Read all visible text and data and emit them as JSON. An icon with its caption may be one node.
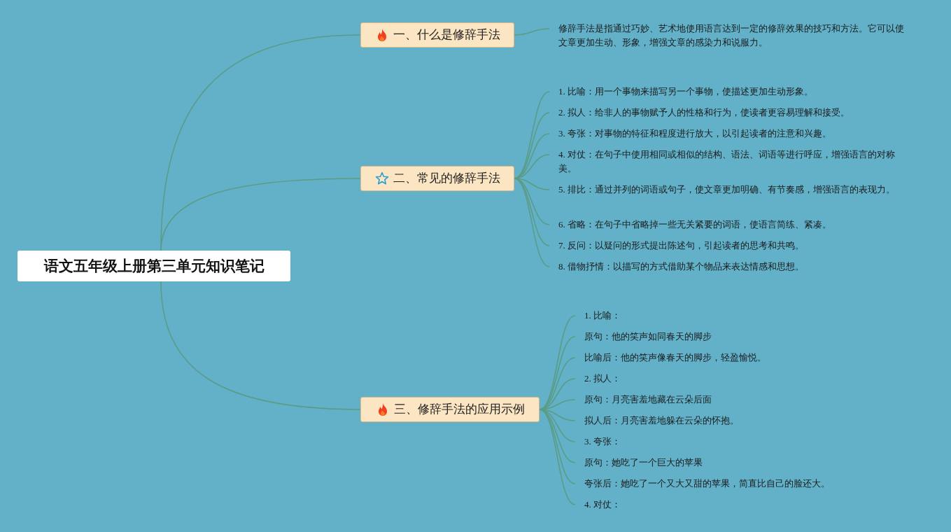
{
  "diagram": {
    "nodes": [
      {
        "text": [
          "语文五年级上册第三单元知识笔记"
        ]
      },
      {
        "text": [
          "一、什么是修辞手法"
        ]
      },
      {
        "text": [
          "二、常见的修辞手法"
        ]
      },
      {
        "text": [
          "三、修辞手法的应用示例"
        ]
      },
      {
        "text": [
          "修辞手法是指通过巧妙、艺术地使用语言达到一定的修辞效果的技巧和方法。它可以使文章更加生动、形象，增强文章的感染力和说服力。"
        ]
      },
      {
        "text": [
          "1. 比喻：用一个事物来描写另一个事物，使描述更加生动形象。"
        ]
      },
      {
        "text": [
          "2. 拟人：给非人的事物赋予人的性格和行为，使读者更容易理解和接受。"
        ]
      },
      {
        "text": [
          "3. 夸张：对事物的特征和程度进行放大，以引起读者的注意和兴趣。"
        ]
      },
      {
        "text": [
          "4. 对仗：在句子中使用相同或相似的结构、语法、词语等进行呼应，增强语言的对称美。"
        ]
      },
      {
        "text": [
          "5. 排比：通过并列的词语或句子，使文章更加明确、有节奏感，增强语言的表现力。"
        ]
      },
      {
        "text": [
          "6. 省略：在句子中省略掉一些无关紧要的词语，使语言简练、紧凑。"
        ]
      },
      {
        "text": [
          "7. 反问：以疑问的形式提出陈述句，引起读者的思考和共鸣。"
        ]
      },
      {
        "text": [
          "8. 借物抒情：以描写的方式借助某个物品来表达情感和思想。"
        ]
      },
      {
        "text": [
          "1. 比喻："
        ]
      },
      {
        "text": [
          "原句：他的笑声如同春天的脚步"
        ]
      },
      {
        "text": [
          "比喻后：他的笑声像春天的脚步，轻盈愉悦。"
        ]
      },
      {
        "text": [
          "2. 拟人："
        ]
      },
      {
        "text": [
          "原句：月亮害羞地藏在云朵后面"
        ]
      },
      {
        "text": [
          "拟人后：月亮害羞地躲在云朵的怀抱。"
        ]
      },
      {
        "text": [
          "3. 夸张："
        ]
      },
      {
        "text": [
          "原句：她吃了一个巨大的苹果"
        ]
      },
      {
        "text": [
          "夸张后：她吃了一个又大又甜的苹果，简直比自己的脸还大。"
        ]
      },
      {
        "text": [
          "4. 对仗："
        ]
      }
    ],
    "edges": [
      {
        "from": 0,
        "to": 1,
        "arrow": "none"
      },
      {
        "from": 0,
        "to": 2,
        "arrow": "none"
      },
      {
        "from": 0,
        "to": 3,
        "arrow": "none"
      },
      {
        "from": 1,
        "to": 4,
        "arrow": "none"
      },
      {
        "from": 2,
        "to": 5,
        "arrow": "none"
      },
      {
        "from": 2,
        "to": 6,
        "arrow": "none"
      },
      {
        "from": 2,
        "to": 7,
        "arrow": "none"
      },
      {
        "from": 2,
        "to": 8,
        "arrow": "none"
      },
      {
        "from": 2,
        "to": 9,
        "arrow": "none"
      },
      {
        "from": 2,
        "to": 10,
        "arrow": "none"
      },
      {
        "from": 2,
        "to": 11,
        "arrow": "none"
      },
      {
        "from": 2,
        "to": 12,
        "arrow": "none"
      },
      {
        "from": 3,
        "to": 13,
        "arrow": "none"
      },
      {
        "from": 3,
        "to": 14,
        "arrow": "none"
      },
      {
        "from": 3,
        "to": 15,
        "arrow": "none"
      },
      {
        "from": 3,
        "to": 16,
        "arrow": "none"
      },
      {
        "from": 3,
        "to": 17,
        "arrow": "none"
      },
      {
        "from": 3,
        "to": 18,
        "arrow": "none"
      },
      {
        "from": 3,
        "to": 19,
        "arrow": "none"
      },
      {
        "from": 3,
        "to": 20,
        "arrow": "none"
      },
      {
        "from": 3,
        "to": 21,
        "arrow": "none"
      },
      {
        "from": 3,
        "to": 22,
        "arrow": "none"
      }
    ]
  }
}
